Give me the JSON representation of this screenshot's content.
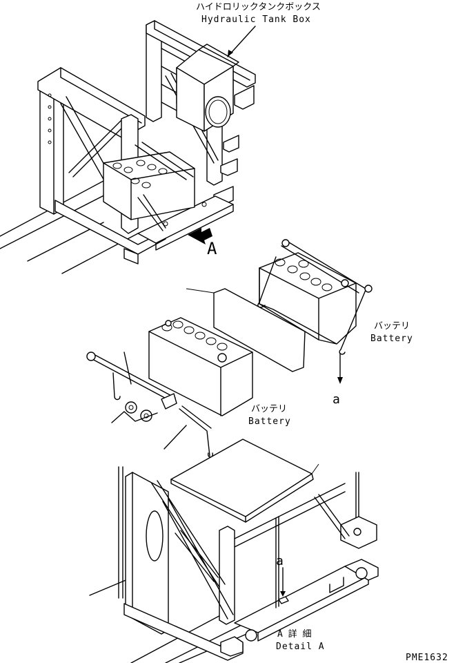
{
  "labels": {
    "hydraulic_tank_box_jp": "ハイドロリックタンクボックス",
    "hydraulic_tank_box_en": "Hydraulic Tank Box",
    "view_arrow": "A",
    "battery_right_jp": "バッテリ",
    "battery_right_en": "Battery",
    "battery_left_jp": "バッテリ",
    "battery_left_en": "Battery",
    "ref_a_upper": "a",
    "ref_a_lower": "a",
    "detail_jp": "A 詳 細",
    "detail_en": "Detail A",
    "drawing_code": "PME1632"
  }
}
